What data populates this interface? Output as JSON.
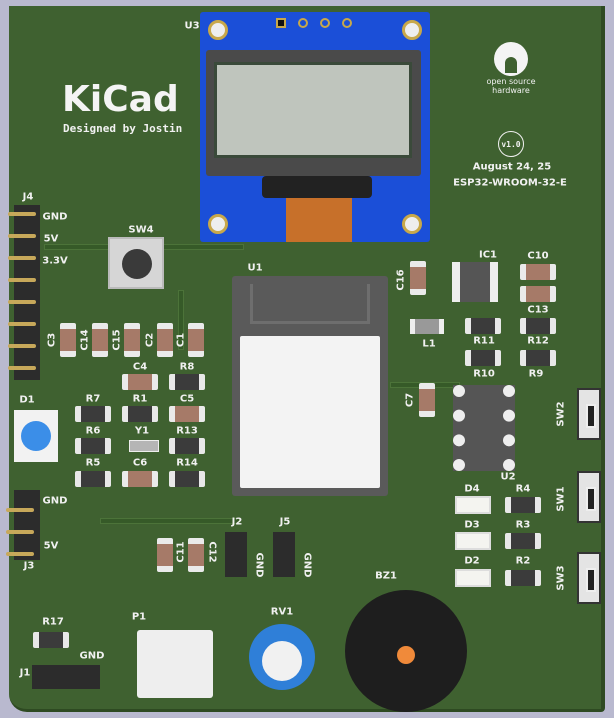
{
  "title": "KiCad 3D Viewer - ESP32 PCB",
  "logo": {
    "kicad": "KiCad",
    "designer": "Designed by Jostin"
  },
  "oshw": {
    "text_line1": "open source",
    "text_line2": "hardware"
  },
  "silkscreen": {
    "version": "v1.0",
    "date": "August 24, 25",
    "module": "ESP32-WROOM-32-E"
  },
  "refs": {
    "U3": "U3",
    "U1": "U1",
    "U2": "U2",
    "IC1": "IC1",
    "SW4": "SW4",
    "SW1": "SW1",
    "SW2": "SW2",
    "SW3": "SW3",
    "J1": "J1",
    "J2": "J2",
    "J3": "J3",
    "J4": "J4",
    "J5": "J5",
    "P1": "P1",
    "RV1": "RV1",
    "BZ1": "BZ1",
    "D1": "D1",
    "D2": "D2",
    "D3": "D3",
    "D4": "D4",
    "Y1": "Y1",
    "L1": "L1",
    "C1": "C1",
    "C2": "C2",
    "C3": "C3",
    "C4": "C4",
    "C5": "C5",
    "C6": "C6",
    "C7": "C7",
    "C10": "C10",
    "C11": "C11",
    "C12": "C12",
    "C13": "C13",
    "C14": "C14",
    "C15": "C15",
    "C16": "C16",
    "R1": "R1",
    "R2": "R2",
    "R3": "R3",
    "R4": "R4",
    "R5": "R5",
    "R6": "R6",
    "R7": "R7",
    "R8": "R8",
    "R9": "R9",
    "R10": "R10",
    "R11": "R11",
    "R12": "R12",
    "R13": "R13",
    "R14": "R14",
    "R17": "R17"
  },
  "pin_labels": {
    "j4_gnd": "GND",
    "j4_5v": "5V",
    "j4_3v3": "3.3V",
    "j3_gnd": "GND",
    "j3_5v": "5V",
    "j2_gnd": "GND",
    "j5_gnd": "GND",
    "j1_gnd": "GND"
  },
  "colors": {
    "board": "#3f6130",
    "oled_pcb": "#1b4fd8",
    "led_blue": "#3b8ee8",
    "pot_blue": "#2f7fd8",
    "buzzer_dot": "#f08a3a"
  }
}
